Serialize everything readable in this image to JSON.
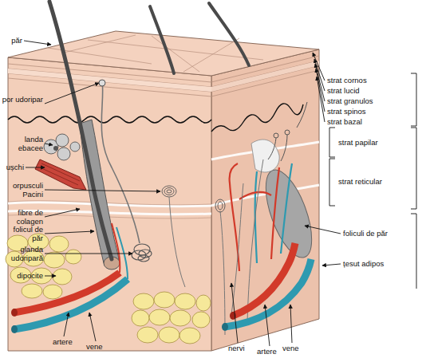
{
  "diagram": {
    "labels": [
      "păr",
      "por udoripar",
      "landa ebacee",
      "ușchi",
      "orpusculi Pacini",
      "fibre de colagen",
      "folicul de păr",
      "glanda udoripară",
      "dipocite",
      "strat cornos",
      "strat lucid",
      "strat granulos",
      "strat spinos",
      "strat bazal",
      "strat papilar",
      "strat reticular",
      "foliculi de păr",
      "țesut adipos",
      "artere",
      "vene",
      "nervi",
      "artere",
      "vene"
    ]
  }
}
